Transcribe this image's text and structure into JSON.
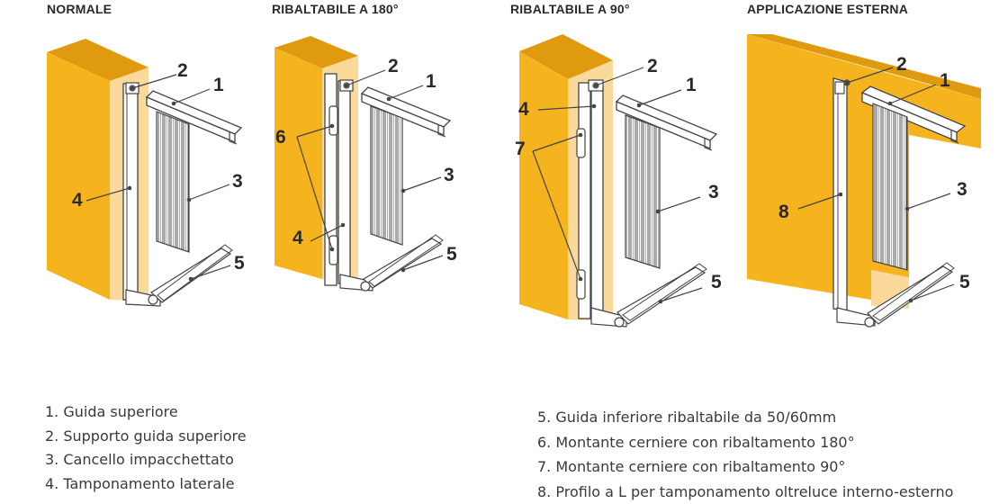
{
  "panels": [
    {
      "title": "NORMALE",
      "callouts": [
        "2",
        "1",
        "4",
        "3",
        "5"
      ]
    },
    {
      "title": "RIBALTABILE A 180°",
      "callouts": [
        "2",
        "1",
        "6",
        "3",
        "4",
        "5"
      ]
    },
    {
      "title": "RIBALTABILE A 90°",
      "callouts": [
        "2",
        "4",
        "1",
        "7",
        "3",
        "5"
      ]
    },
    {
      "title": "APPLICAZIONE ESTERNA",
      "callouts": [
        "2",
        "1",
        "8",
        "3",
        "5"
      ]
    }
  ],
  "legend_left": [
    "1. Guida superiore",
    "2. Supporto guida superiore",
    "3. Cancello impacchettato",
    "4. Tamponamento laterale"
  ],
  "legend_right": [
    "5. Guida inferiore ribaltabile da 50/60mm",
    "6. Montante cerniere con ribaltamento 180°",
    "7. Montante cerniere con ribaltamento 90°",
    "8. Profilo a L per tamponamento oltreluce interno-esterno"
  ],
  "colors": {
    "wall_front": "#F5B41E",
    "wall_top": "#E09A10",
    "wall_light": "#FBD99A",
    "line": "#444444",
    "text": "#2a2a2a"
  }
}
